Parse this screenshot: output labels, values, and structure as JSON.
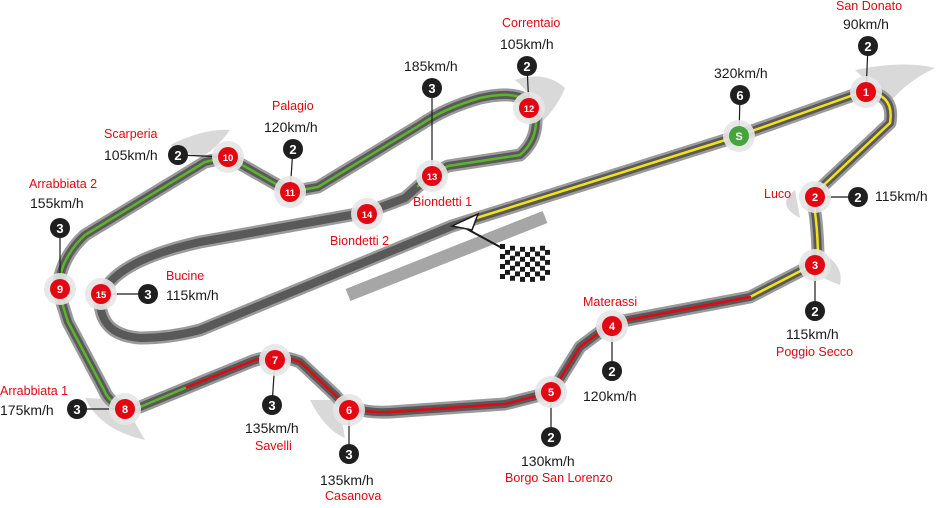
{
  "colors": {
    "track_outer": "#9a9a9a",
    "track_inner": "#5a5a5a",
    "shadow": "#d6d6d6",
    "sector_green": "#5cb42c",
    "sector_yellow": "#f2e21b",
    "sector_red": "#e30613",
    "corner_red": "#e30613",
    "speedpoint_green": "#44a63a",
    "gear_dark": "#1f1f1f",
    "pit_lane": "#a6a6a6"
  },
  "icons": {
    "finish_flag": "checkered-flag-icon",
    "start_arrow": "start-arrow-icon"
  },
  "speed_trap": {
    "marker": "S",
    "speed": "320km/h",
    "gear": "6"
  },
  "corners": [
    {
      "number": "1",
      "name": "San Donato",
      "speed": "90km/h",
      "gear": "2"
    },
    {
      "number": "2",
      "name": "Luco",
      "speed": "115km/h",
      "gear": "2"
    },
    {
      "number": "3",
      "name": "Poggio Secco",
      "speed": "115km/h",
      "gear": "2"
    },
    {
      "number": "4",
      "name": "Materassi",
      "speed": "120km/h",
      "gear": "2"
    },
    {
      "number": "5",
      "name": "Borgo San Lorenzo",
      "speed": "130km/h",
      "gear": "2"
    },
    {
      "number": "6",
      "name": "Casanova",
      "speed": "135km/h",
      "gear": "3"
    },
    {
      "number": "7",
      "name": "Savelli",
      "speed": "135km/h",
      "gear": "3"
    },
    {
      "number": "8",
      "name": "Arrabbiata 1",
      "speed": "175km/h",
      "gear": "3"
    },
    {
      "number": "9",
      "name": "Arrabbiata 2",
      "speed": "155km/h",
      "gear": "3"
    },
    {
      "number": "10",
      "name": "Scarperia",
      "speed": "105km/h",
      "gear": "2"
    },
    {
      "number": "11",
      "name": "Palagio",
      "speed": "120km/h",
      "gear": "2"
    },
    {
      "number": "12",
      "name": "Correntaio",
      "speed": "105km/h",
      "gear": "2"
    },
    {
      "number": "13",
      "name": "Biondetti 1",
      "speed": "185km/h",
      "gear": "3"
    },
    {
      "number": "14",
      "name": "Biondetti 2",
      "speed": "",
      "gear": ""
    },
    {
      "number": "15",
      "name": "Bucine",
      "speed": "115km/h",
      "gear": "3"
    }
  ]
}
